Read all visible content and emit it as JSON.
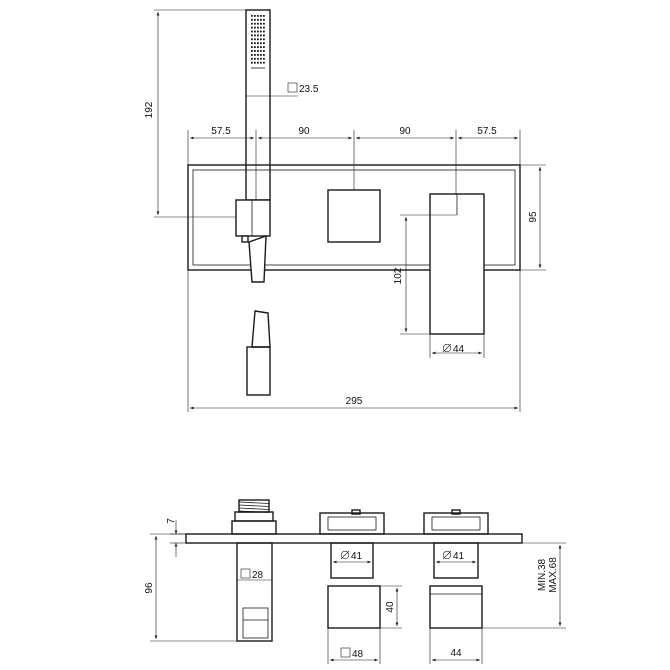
{
  "top_view": {
    "width_total": "295",
    "height_plate": "95",
    "hand_shower_height": "192",
    "hand_shower_square": "23.5",
    "spacing": [
      "57.5",
      "90",
      "90",
      "57.5"
    ],
    "lever_length": "102",
    "lever_diameter": "44"
  },
  "side_view": {
    "plate_thickness": "7",
    "depth": "96",
    "holder_square": "28",
    "knob_diameter_1": "41",
    "knob_diameter_2": "41",
    "block_height": "40",
    "block_square": "48",
    "lever_width": "44",
    "projection_min": "MIN.38",
    "projection_max": "MAX.68"
  }
}
